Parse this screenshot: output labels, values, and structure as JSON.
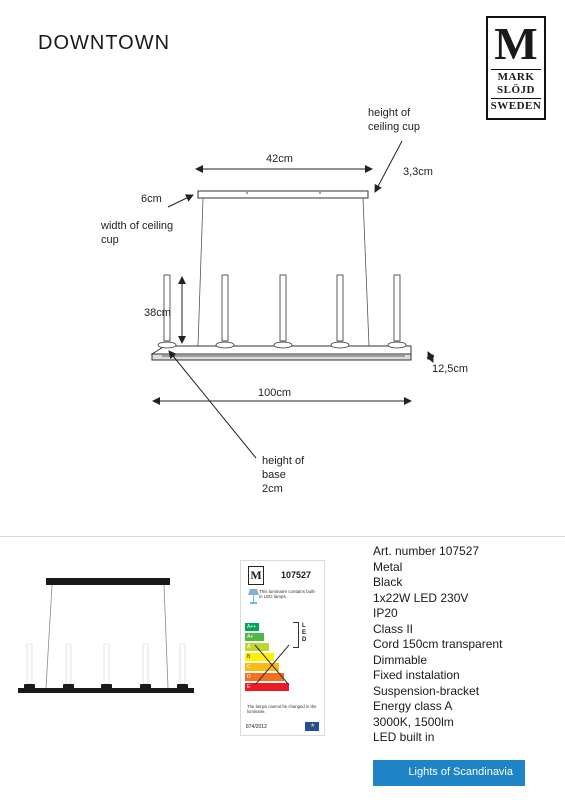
{
  "header": {
    "title": "DOWNTOWN",
    "logo": {
      "letter": "M",
      "line1": "MARK",
      "line2": "SLÖJD",
      "line3": "SWEDEN"
    }
  },
  "dimensions": {
    "ceiling_cup_height_label": "height of\nceiling cup",
    "ceiling_cup_height_value": "3,3cm",
    "top_width": "42cm",
    "ceiling_cup_width_value": "6cm",
    "ceiling_cup_width_label": "width of ceiling\ncup",
    "candle_height": "38cm",
    "depth": "12,5cm",
    "length": "100cm",
    "base_height_label": "height of\nbase",
    "base_height_value": "2cm"
  },
  "energy_label": {
    "article_number": "107527",
    "info_text": "This luminaire contains built-in LED lamps.",
    "classes": [
      "A++",
      "A+",
      "A",
      "B",
      "C",
      "D",
      "E"
    ],
    "class_colors": [
      "#00a651",
      "#50b848",
      "#bed630",
      "#fff200",
      "#fdb913",
      "#f37021",
      "#ed1c24"
    ],
    "led_text": "L\nE\nD",
    "note": "The lamps cannot be changed in the luminaire.",
    "regulation": "874/2012"
  },
  "specs": [
    "Art. number 107527",
    "Metal",
    "Black",
    "1x22W LED 230V",
    "IP20",
    "Class II",
    "Cord 150cm transparent",
    "Dimmable",
    "Fixed instalation",
    "Suspension-bracket",
    "Energy class A",
    "3000K, 1500lm",
    "LED built in"
  ],
  "footer": {
    "text": "Lights of Scandinavia",
    "color": "#1f84c6"
  }
}
